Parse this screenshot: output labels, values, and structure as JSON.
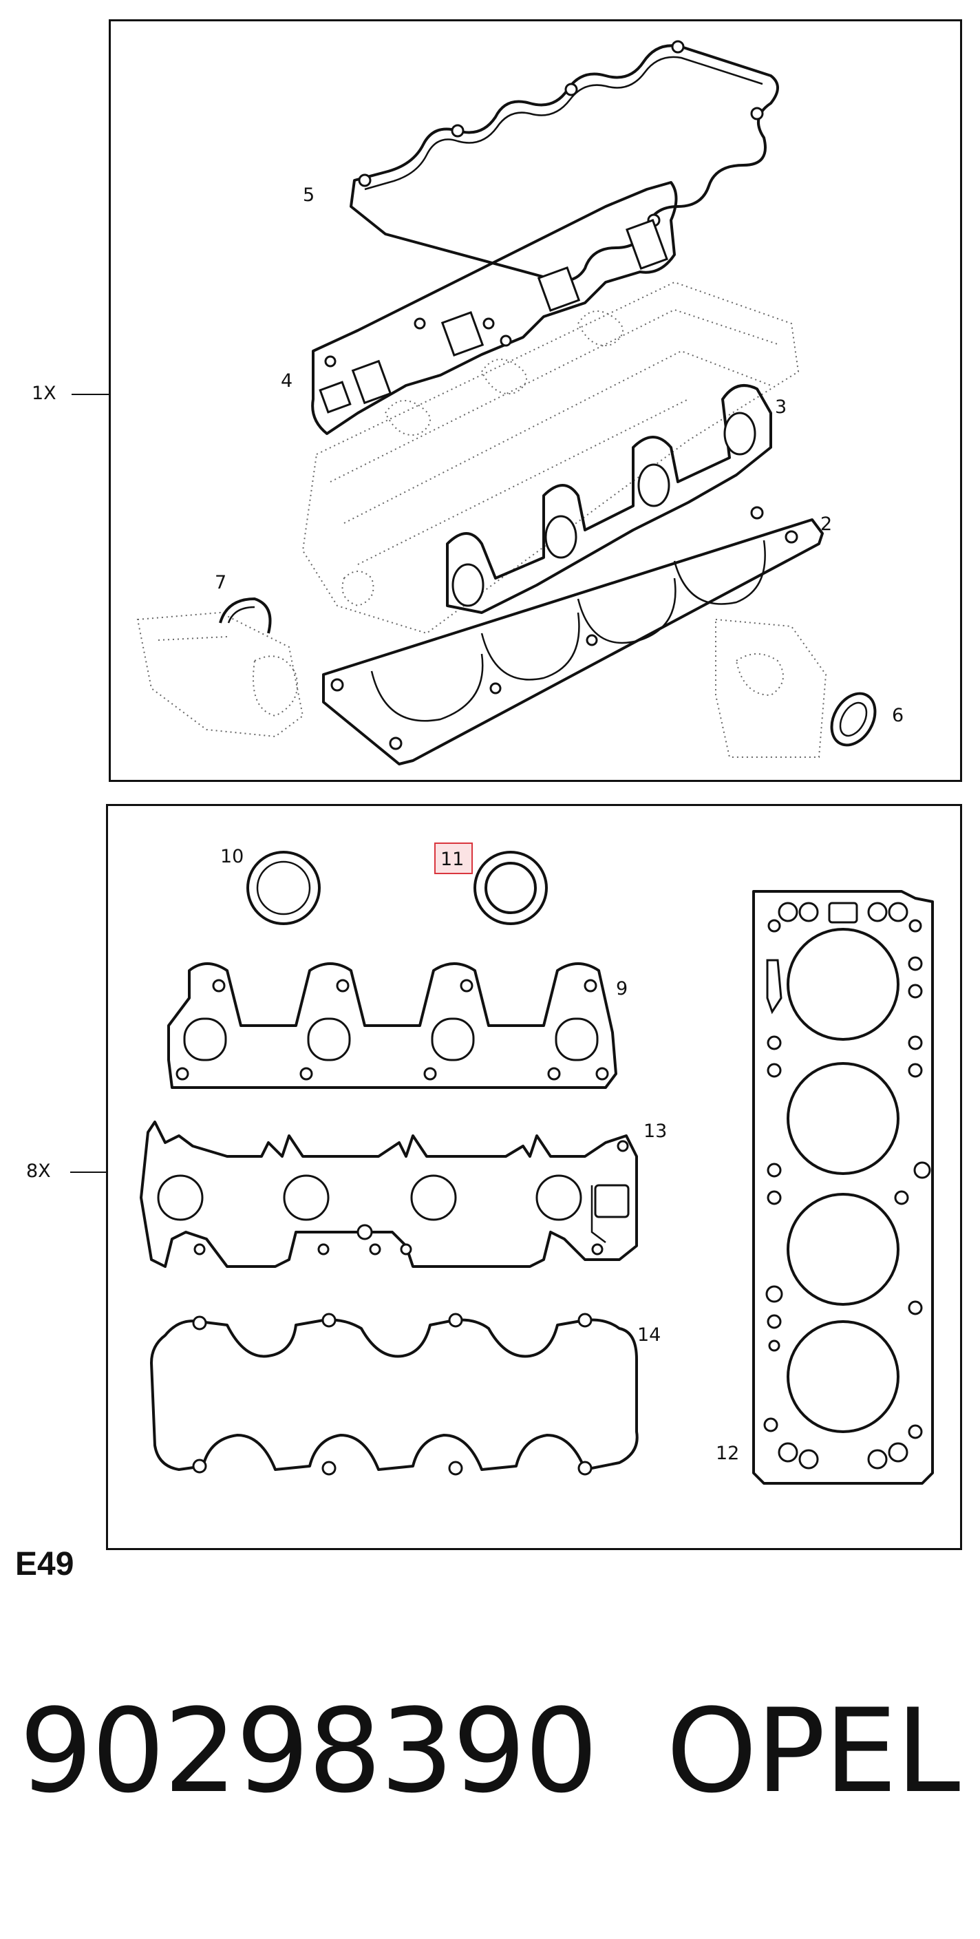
{
  "top_panel": {
    "lead_label": "1X",
    "callouts": [
      "5",
      "4",
      "3",
      "2",
      "7",
      "6"
    ]
  },
  "bottom_panel": {
    "lead_label": "8X",
    "callouts": [
      "10",
      "11",
      "9",
      "13",
      "12",
      "14"
    ],
    "highlighted_callout": "11"
  },
  "footer": {
    "code": "E49",
    "part_number": "90298390",
    "brand": "OPEL"
  },
  "colors": {
    "line": "#111111",
    "highlight_border": "#d9363e",
    "highlight_fill": "#fbe3e4"
  }
}
